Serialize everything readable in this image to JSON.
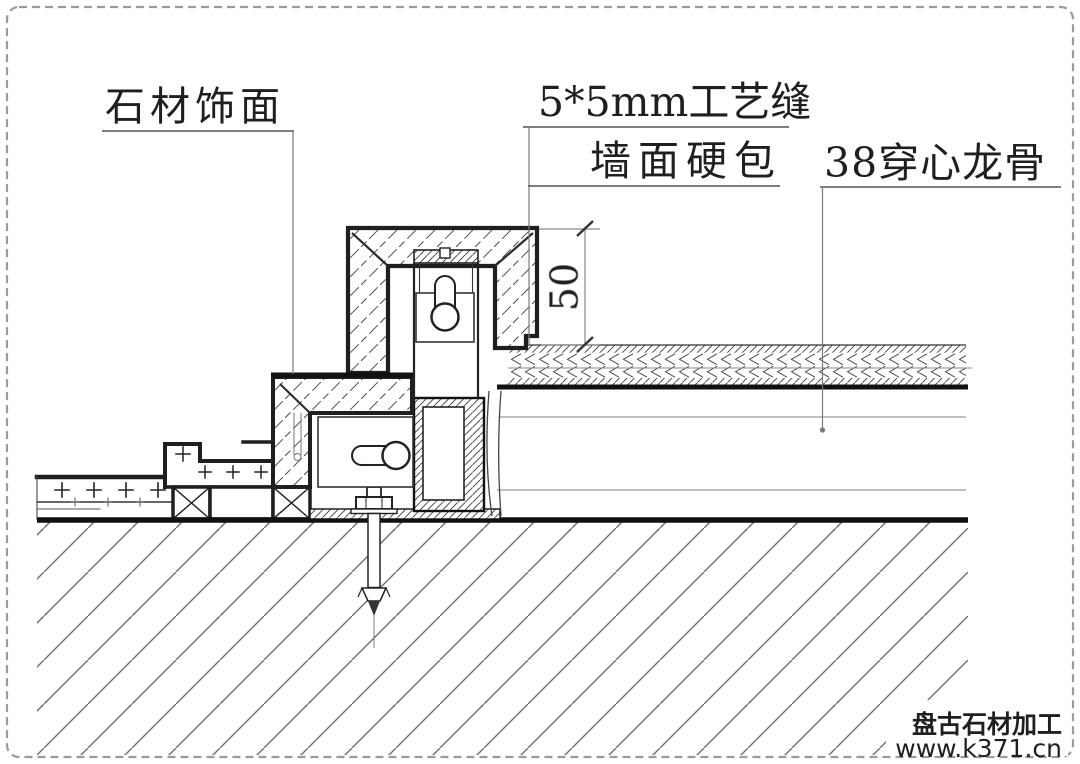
{
  "labels": {
    "stone_finish": "石材饰面",
    "process_seam": "5*5mm工艺缝",
    "wall_hard_pack": "墙面硬包",
    "through_keel": "38穿心龙骨"
  },
  "dimension": {
    "keel_offset": "50"
  },
  "watermark": {
    "company": "盘古石材加工",
    "website": "www.k371.cn",
    "color": "#1d87cb"
  },
  "drawing": {
    "ink_color": "#1f1f1f",
    "leader_color": "#7a7a7a",
    "dim_text_color": "#b5b5b5",
    "background": "#ffffff",
    "border_style": "dashed"
  }
}
